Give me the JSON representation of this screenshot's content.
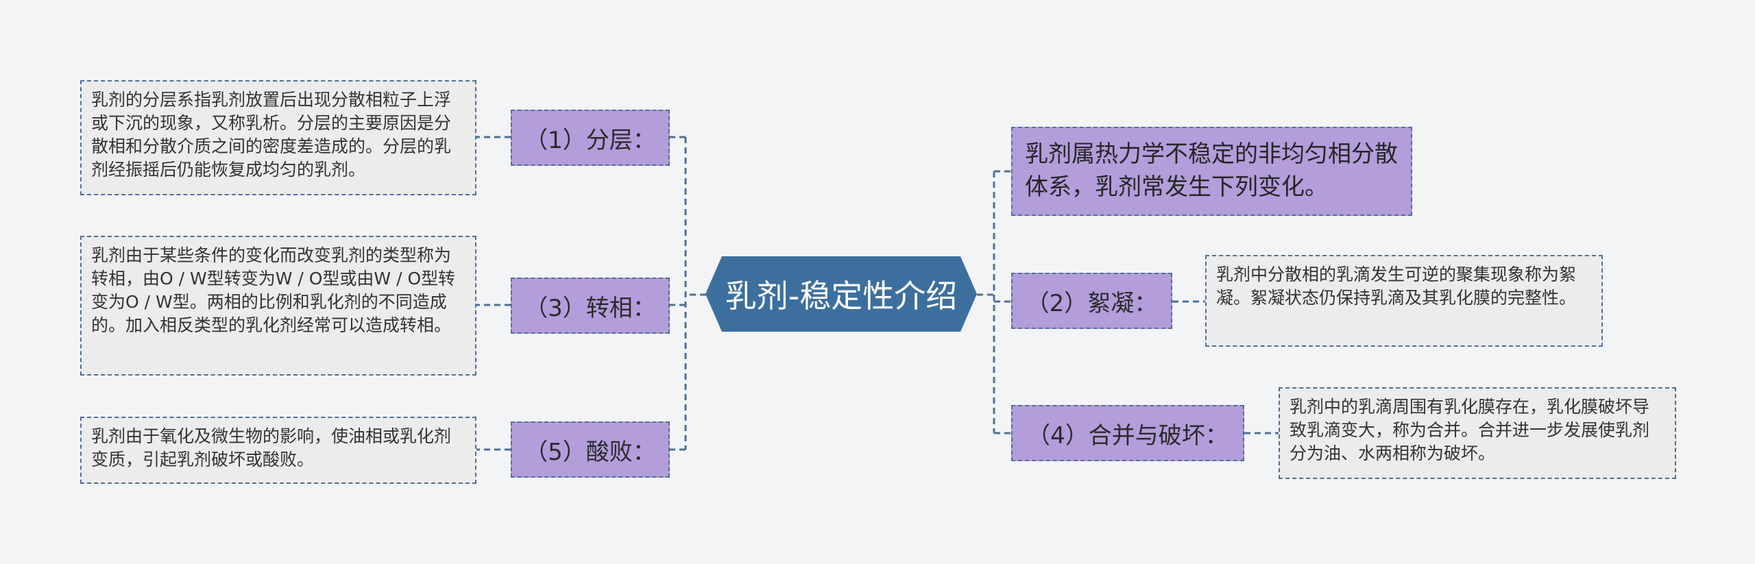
{
  "central": {
    "title": "乳剂-稳定性介绍"
  },
  "summary": {
    "text": "乳剂属热力学不稳定的非均匀相分散体系，乳剂常发生下列变化。"
  },
  "left": [
    {
      "label": "（1）分层：",
      "detail": "乳剂的分层系指乳剂放置后出现分散相粒子上浮或下沉的现象，又称乳析。分层的主要原因是分散相和分散介质之间的密度差造成的。分层的乳剂经振摇后仍能恢复成均匀的乳剂。"
    },
    {
      "label": "（3）转相：",
      "detail": "乳剂由于某些条件的变化而改变乳剂的类型称为转相，由O / W型转变为W / O型或由W / O型转变为O / W型。两相的比例和乳化剂的不同造成的。加入相反类型的乳化剂经常可以造成转相。"
    },
    {
      "label": "（5）酸败：",
      "detail": "乳剂由于氧化及微生物的影响，使油相或乳化剂变质，引起乳剂破坏或酸败。"
    }
  ],
  "right": [
    {
      "label": "（2）絮凝：",
      "detail": "乳剂中分散相的乳滴发生可逆的聚集现象称为絮凝。絮凝状态仍保持乳滴及其乳化膜的完整性。"
    },
    {
      "label": "（4）合并与破坏：",
      "detail": "乳剂中的乳滴周围有乳化膜存在，乳化膜破坏导致乳滴变大，称为合并。合并进一步发展使乳剂分为油、水两相称为破坏。"
    }
  ],
  "colors": {
    "background": "#f3f4f6",
    "central_fill": "#3d6f9e",
    "topic_fill": "#b39ddb",
    "detail_fill": "#ececec",
    "connector": "#4f6f97"
  }
}
